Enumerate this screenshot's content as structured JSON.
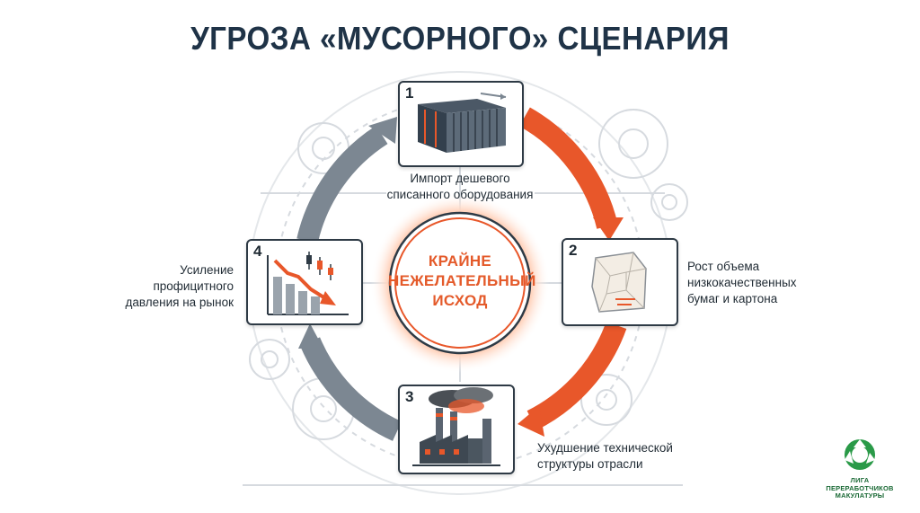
{
  "title": "УГРОЗА «МУСОРНОГО» СЦЕНАРИЯ",
  "center": {
    "line1": "КРАЙНЕ",
    "line2": "НЕЖЕЛАТЕЛЬНЫЙ",
    "line3": "ИСХОД"
  },
  "stages": [
    {
      "number": "1",
      "line1": "Импорт дешевого",
      "line2": "списанного оборудования",
      "line3": "",
      "icon": "shipping-container-icon"
    },
    {
      "number": "2",
      "line1": "Рост объема",
      "line2": "низкокачественных",
      "line3": "бумаг и картона",
      "icon": "crumpled-paper-icon"
    },
    {
      "number": "3",
      "line1": "Ухудшение технической",
      "line2": "структуры отрасли",
      "line3": "",
      "icon": "factory-smoke-icon"
    },
    {
      "number": "4",
      "line1": "Усиление",
      "line2": "профицитного",
      "line3": "давления на рынок",
      "icon": "falling-chart-icon"
    }
  ],
  "logo": {
    "line1": "ЛИГА",
    "line2": "ПЕРЕРАБОТЧИКОВ",
    "line3": "МАКУЛАТУРЫ"
  },
  "colors": {
    "accent": "#e8572a",
    "arrow_gray": "#7c8792",
    "title": "#1f3347",
    "logo_green": "#2a9a48"
  }
}
